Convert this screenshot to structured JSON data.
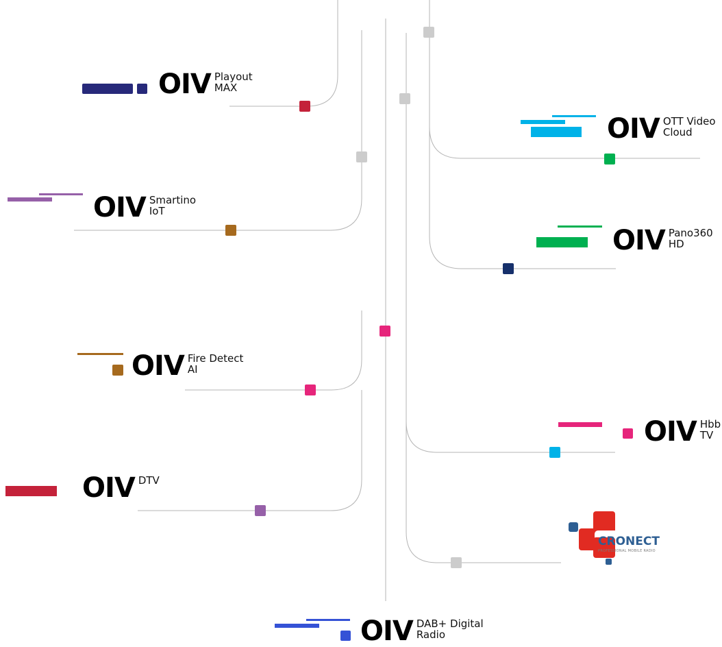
{
  "brand": "OIV",
  "products": {
    "playout": [
      "Playout",
      "MAX"
    ],
    "ott": [
      "OTT Video",
      "Cloud"
    ],
    "smartino": [
      "Smartino",
      "IoT"
    ],
    "pano": [
      "Pano360",
      "HD"
    ],
    "fire": [
      "Fire Detect",
      "AI"
    ],
    "hbb": [
      "Hbb",
      "TV"
    ],
    "dtv": [
      "DTV"
    ],
    "dab": [
      "DAB+ Digital",
      "Radio"
    ]
  },
  "cronect": {
    "name": "CRONECT",
    "tagline": "PROFESSIONAL MOBILE RADIO"
  },
  "colors": {
    "line": "#b5b5b5",
    "grey_node": "#cccccc",
    "playout": "#27297a",
    "ott": "#00b2e8",
    "smartino": "#9660a8",
    "pano": "#00b050",
    "fire": "#a66a1e",
    "hbb": "#e6257b",
    "dtv": "#c4223a",
    "dab": "#3552d6",
    "pano_node": "#16306b",
    "cronect_red": "#e12b22",
    "cronect_blue": "#2e5f93"
  }
}
